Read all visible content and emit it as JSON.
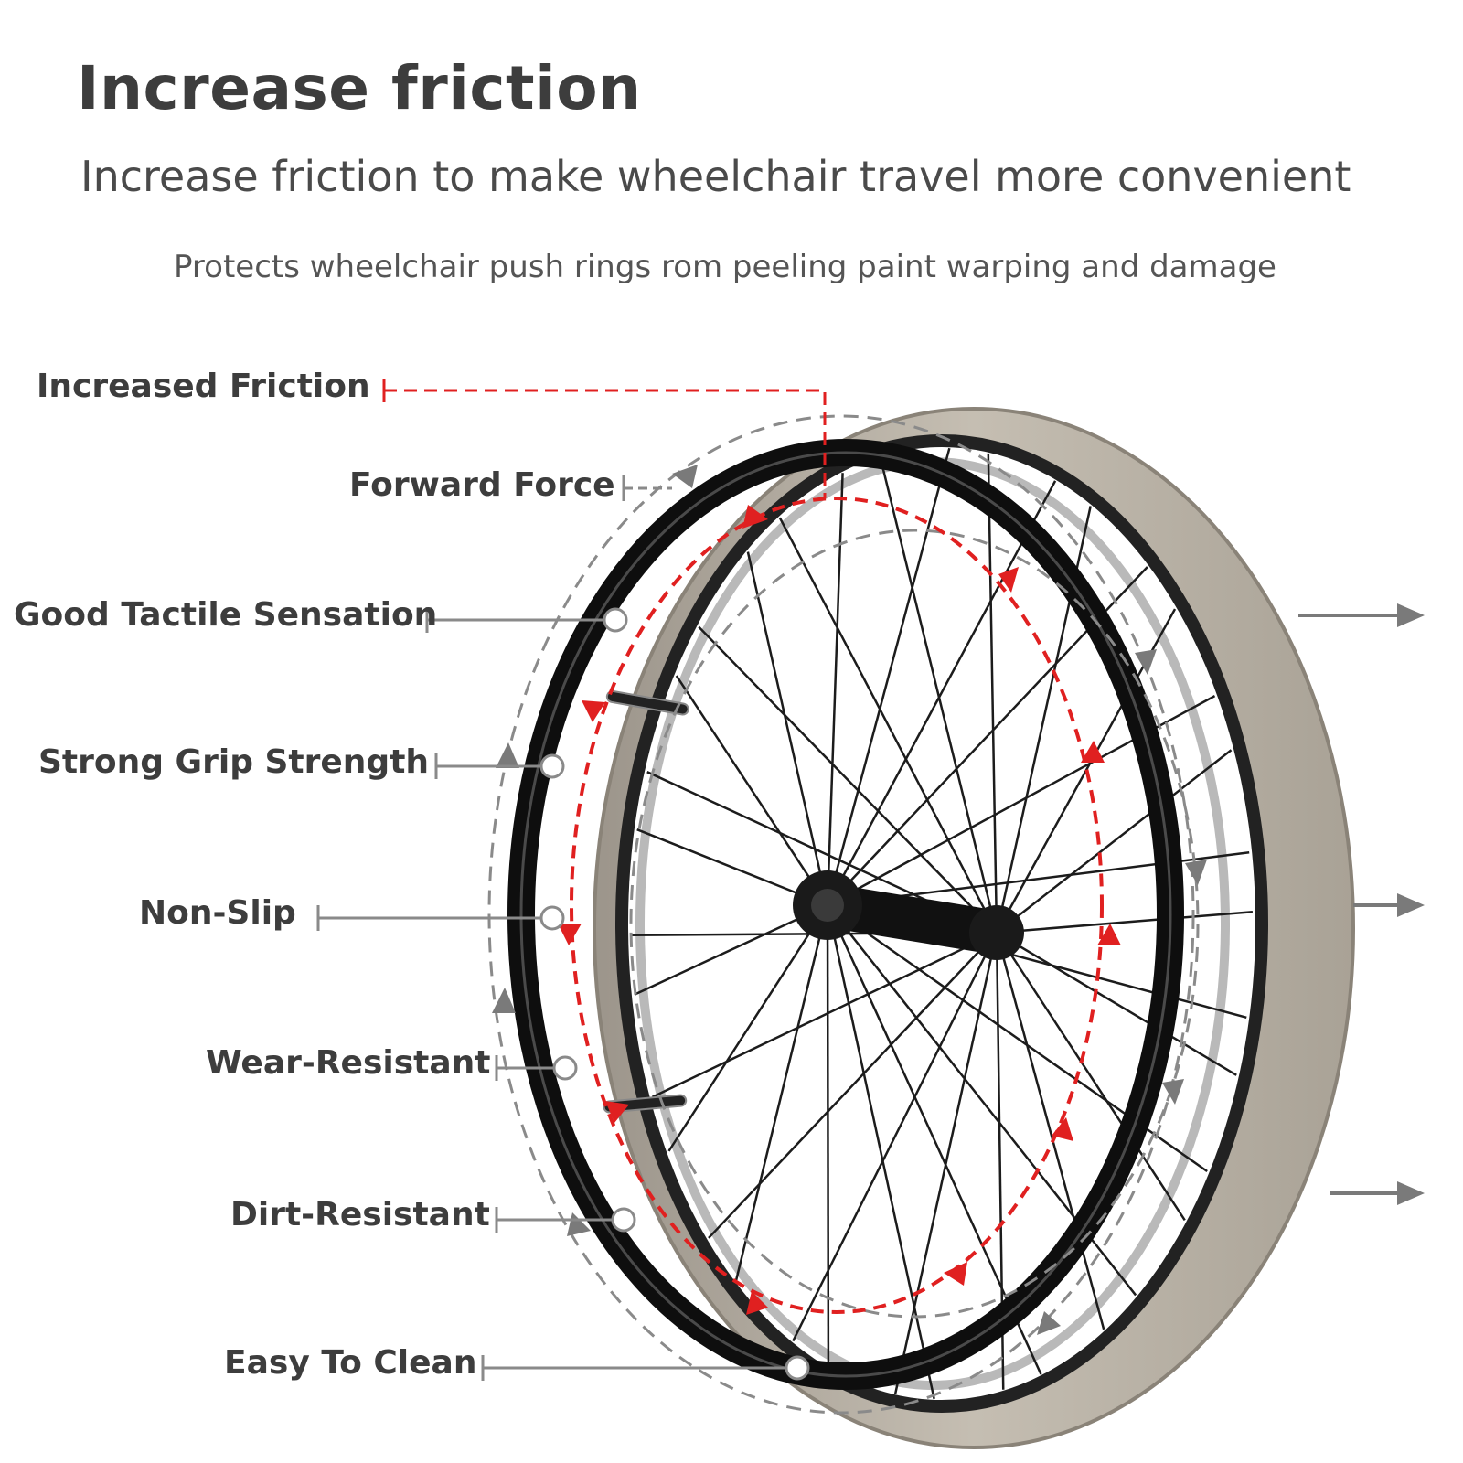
{
  "header": {
    "title": "Increase friction",
    "subtitle": "Increase friction to make wheelchair travel more convenient",
    "tagline": "Protects wheelchair push rings rom peeling paint warping and damage"
  },
  "features": [
    {
      "label": "Increased Friction"
    },
    {
      "label": "Forward Force"
    },
    {
      "label": "Good Tactile Sensation"
    },
    {
      "label": "Strong Grip Strength"
    },
    {
      "label": "Non-Slip"
    },
    {
      "label": "Wear-Resistant"
    },
    {
      "label": "Dirt-Resistant"
    },
    {
      "label": "Easy To Clean"
    }
  ],
  "colors": {
    "accent_red": "#e02020",
    "leader_gray": "#8a8a8a",
    "ring_black": "#111111",
    "tire_gray": "#b8b1a6"
  }
}
